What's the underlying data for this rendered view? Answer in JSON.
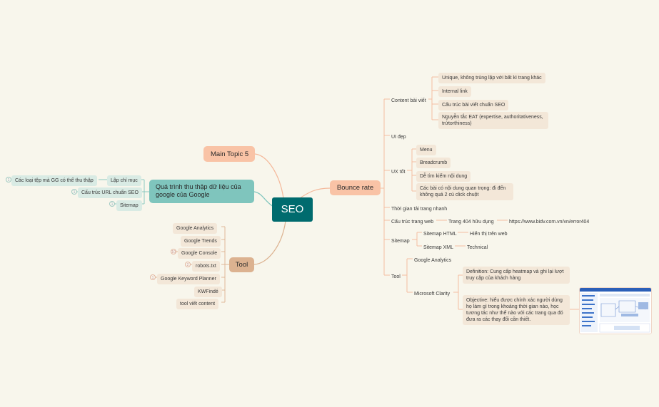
{
  "root": {
    "label": "SEO"
  },
  "left": {
    "main_topic_5": "Main Topic 5",
    "crawl": {
      "label": "Quá trình thu thập dữ liệu của google của Google",
      "children": [
        {
          "label": "Lập chỉ mục",
          "children": [
            {
              "label": "Các loại tệp mà GG có thể thu thập",
              "badge": "1"
            }
          ]
        },
        {
          "label": "Cấu trúc URL chuẩn SEO",
          "badge": "1"
        },
        {
          "label": "Sitemap",
          "badge": "1"
        }
      ]
    },
    "tool": {
      "label": "Tool",
      "children": [
        {
          "label": "Google Analytics"
        },
        {
          "label": "Google Trends"
        },
        {
          "label": "Google Console",
          "badge": "10"
        },
        {
          "label": "robots.txt",
          "badge": "2"
        },
        {
          "label": "Google Keyword Planner",
          "badge": "1"
        },
        {
          "label": "KWFindé"
        },
        {
          "label": "tool viết content"
        }
      ]
    }
  },
  "right": {
    "bounce_rate": {
      "label": "Bounce rate",
      "content": {
        "label": "Content bài viết",
        "children": [
          "Unique, không trùng lặp với bất kì trang khác",
          "Internal link",
          "Cấu trúc bài viết chuẩn SEO",
          "Nguyễn tắc EAT (expertise, authoritativeness, trứtorthiness)"
        ]
      },
      "ui": {
        "label": "UI đẹp"
      },
      "ux": {
        "label": "UX tốt",
        "children": [
          "Menu",
          "Breadcrumb",
          "Dễ tìm kiếm nội dung",
          "Các bài có nội dung quan trọng: đi đến không quá 2 cú click chuột"
        ]
      },
      "load_time": {
        "label": "Thời gian tải trang nhanh"
      },
      "web_structure": {
        "label": "Cấu trúc trang web",
        "child": "Trang 404 hữu dụng",
        "grandchild": "https://www.bidv.com.vn/vn/error404"
      },
      "sitemap": {
        "label": "Sitemap",
        "html": "Sitemap HTML",
        "html_child": "Hiển thị trên web",
        "xml": "Sitemap XML",
        "xml_child": "Technical"
      },
      "tool": {
        "label": "Tool",
        "ga": "Google Analytics",
        "clarity": "Microsoft Clarity",
        "definition": "Definition: Cung cấp heatmap và ghi lại lượt truy cập của khách hàng",
        "objective": "Objective: hiểu được chính xác người dùng họ làm gì trong khoảng thời gian nào, học tương tác như thế nào với các trang qua đó đưa ra các thay đổi cần thiết."
      }
    }
  },
  "colors": {
    "root": "#006b6e",
    "bounce": "#f9c3a6",
    "crawl": "#7fc5bd",
    "tool": "#dcb290",
    "main5": "#f9c3a6",
    "leaf": "#f3e7d8",
    "line_right": "#f4b89a",
    "line_crawl": "#7fc5bd",
    "line_tool": "#dcb290"
  }
}
